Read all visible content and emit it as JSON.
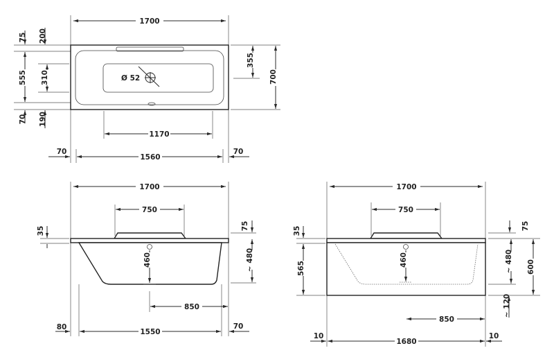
{
  "plan_view": {
    "overall_width": "1700",
    "top_rim": "75",
    "top_offset": "200",
    "inner_width_left": "555",
    "inner_depth": "310",
    "bottom_rim": "70",
    "bottom_offset": "190",
    "drain_diameter": "Ø 52",
    "right_offset": "355",
    "overall_depth": "700",
    "inner_length": "1170",
    "left_rim": "70",
    "inner_span": "1560",
    "right_rim": "70"
  },
  "side_view_a": {
    "overall_width": "1700",
    "handle_span": "750",
    "left_rim": "35",
    "right_rim": "75",
    "depth": "460",
    "height_approx": "~ 480",
    "drain_offset": "850",
    "left_offset": "80",
    "bottom_length": "1550",
    "right_offset": "70"
  },
  "side_view_b": {
    "overall_width": "1700",
    "handle_span": "750",
    "left_rim": "35",
    "right_rim": "75",
    "panel_height": "565",
    "depth": "460",
    "height_approx": "~ 480",
    "overall_height": "600",
    "foot_height": "~ 120",
    "drain_offset": "850",
    "left_offset": "10",
    "bottom_length": "1680",
    "right_offset": "10"
  }
}
